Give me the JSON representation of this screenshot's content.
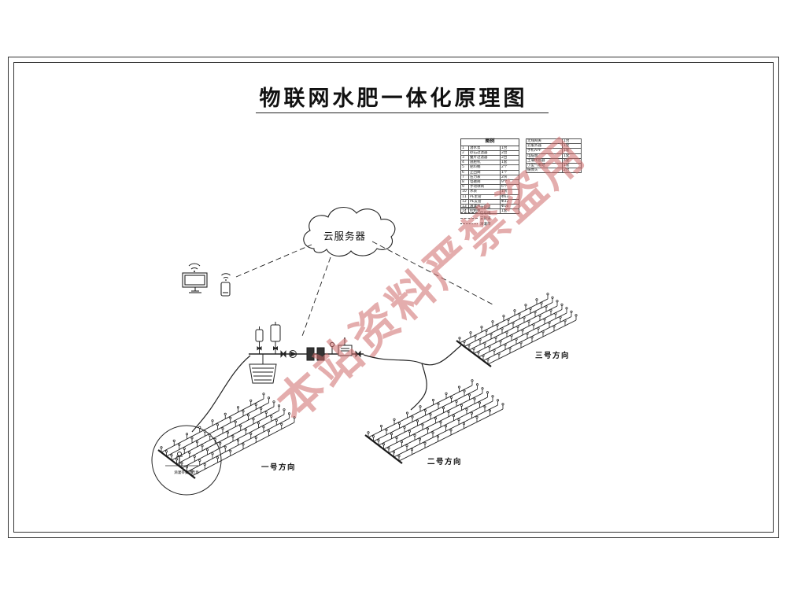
{
  "title": "物联网水肥一体化原理图",
  "watermark": "本站资料严禁盗用",
  "cloud": {
    "label": "云服务器"
  },
  "fields": [
    {
      "label": "一号方向"
    },
    {
      "label": "二号方向"
    },
    {
      "label": "三号方向"
    }
  ],
  "legend": {
    "title": "图例",
    "rows": [
      [
        "1",
        "潜水泵",
        "1台"
      ],
      [
        "2",
        "砂石过滤器",
        "2台"
      ],
      [
        "3",
        "叠片过滤器",
        "2台"
      ],
      [
        "4",
        "施肥机",
        "1套"
      ],
      [
        "5",
        "肥料桶",
        "2个"
      ],
      [
        "6",
        "止回阀",
        "1个"
      ],
      [
        "7",
        "压力表",
        "2块"
      ],
      [
        "8",
        "电磁阀",
        "9个"
      ],
      [
        "9",
        "手动球阀",
        "6个"
      ],
      [
        "10",
        "水表",
        "1块"
      ],
      [
        "11",
        "PE主管",
        "Φ63"
      ],
      [
        "12",
        "PE支管",
        "Φ32"
      ],
      [
        "13",
        "滴灌带",
        "Φ16"
      ],
      [
        "14",
        "控制柜",
        "1套"
      ]
    ]
  },
  "parts": {
    "rows": [
      [
        "无线网关",
        "1台"
      ],
      [
        "云服务器",
        "1套"
      ],
      [
        "手机APP",
        "1套"
      ],
      [
        "电脑端",
        "1套"
      ],
      [
        "土壤传感器",
        "4套"
      ],
      [
        "小型气象站",
        "1套"
      ],
      [
        "摄像头",
        "2台"
      ]
    ]
  },
  "line_legend": [
    {
      "style": "solid",
      "label": "主管道"
    },
    {
      "style": "dashed",
      "label": "信号线"
    },
    {
      "style": "dashdot",
      "label": "支管道"
    },
    {
      "style": "dotted",
      "label": "滴灌带"
    }
  ],
  "detail": {
    "caption": "滴灌带安装示意"
  }
}
